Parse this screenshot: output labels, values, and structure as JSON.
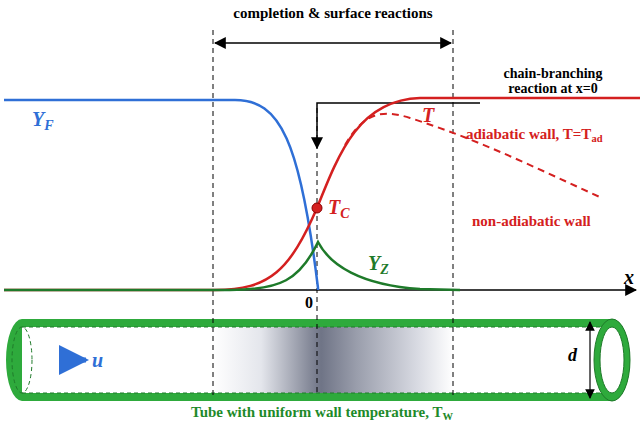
{
  "diagram": {
    "labels": [
      "completion & surface reactions",
      "chain-branching reaction at x=0",
      "YF",
      "T",
      "TC",
      "adiabatic wall, T=Tad",
      "non-adiabatic wall",
      "YZ",
      "0",
      "x",
      "u",
      "d",
      "Tube with uniform wall temperature, TW"
    ]
  }
}
